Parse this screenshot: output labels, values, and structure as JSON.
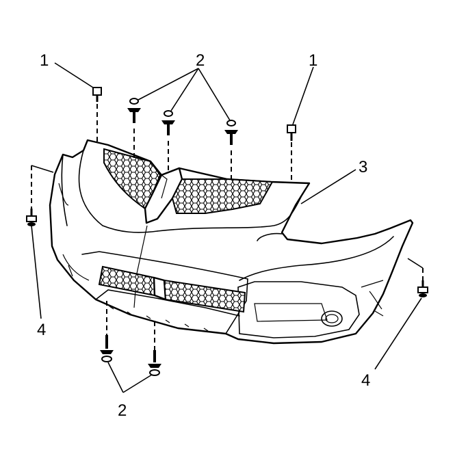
{
  "callouts": {
    "bolt_left": "1",
    "bolt_right": "1",
    "push_pins_top": "2",
    "bumper_fascia": "3",
    "screw_left": "4",
    "screw_right": "4",
    "push_pins_bottom": "2"
  },
  "colors": {
    "line": "#000000",
    "background": "#ffffff"
  }
}
